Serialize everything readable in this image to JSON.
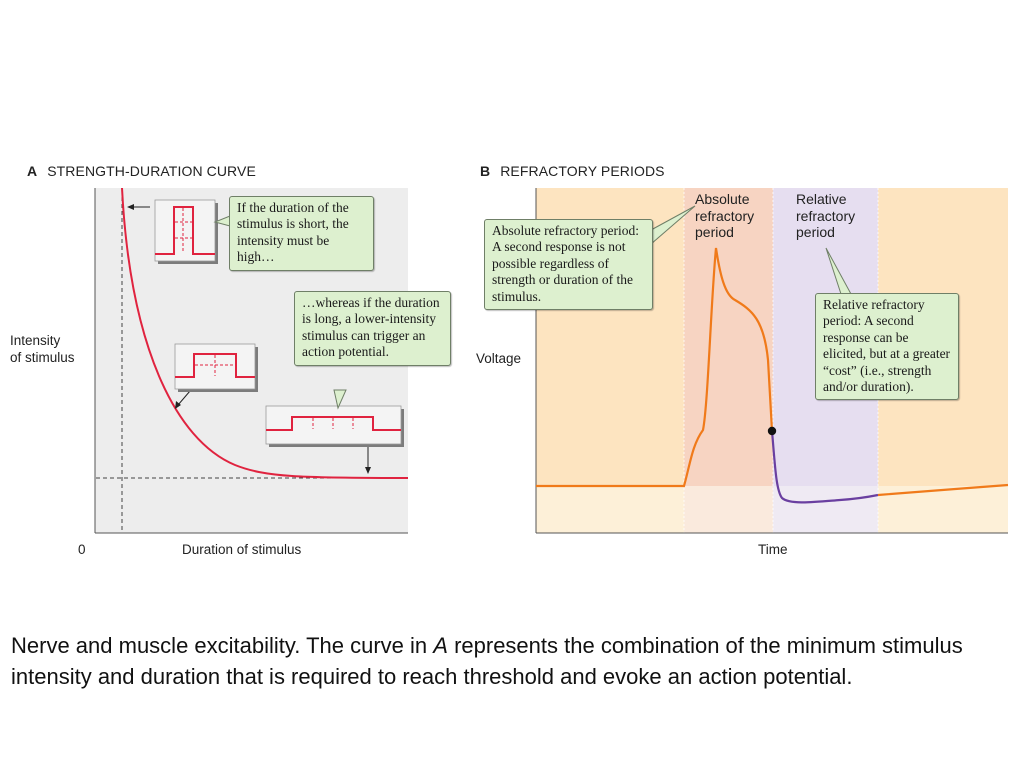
{
  "panel_a": {
    "letter": "A",
    "title": "STRENGTH-DURATION CURVE",
    "y_label_line1": "Intensity",
    "y_label_line2": "of stimulus",
    "x_label": "Duration of stimulus",
    "origin_label": "0",
    "callout_short": "If the duration of the stimulus is short, the intensity must be high…",
    "callout_long": "…whereas if the duration is long, a lower-intensity stimulus can trigger an action potential."
  },
  "panel_b": {
    "letter": "B",
    "title": "REFRACTORY PERIODS",
    "y_label": "Voltage",
    "x_label": "Time",
    "absolute_label_line1": "Absolute",
    "absolute_label_line2": "refractory",
    "absolute_label_line3": "period",
    "relative_label_line1": "Relative",
    "relative_label_line2": "refractory",
    "relative_label_line3": "period",
    "callout_absolute": "Absolute refractory period: A second response is not possible regardless of strength or duration of the stimulus.",
    "callout_relative": "Relative refractory period: A second response can be elicited, but at a greater “cost” (i.e., strength and/or duration)."
  },
  "caption": {
    "part1": "Nerve and muscle excitability. The curve in ",
    "italic": "A",
    "part2": " represents the combination of the minimum stimulus intensity and duration that is required to reach threshold and evoke an action potential."
  },
  "colors": {
    "curve_red": "#e0233f",
    "orange_trace": "#f07a1a",
    "purple_trace": "#6a3fa0",
    "panel_a_bg": "#ededed",
    "panel_b_bg": "#fde4c0",
    "absolute_band": "#f7d4c2",
    "relative_band": "#e6def0",
    "callout_green": "#ddf0cf"
  }
}
